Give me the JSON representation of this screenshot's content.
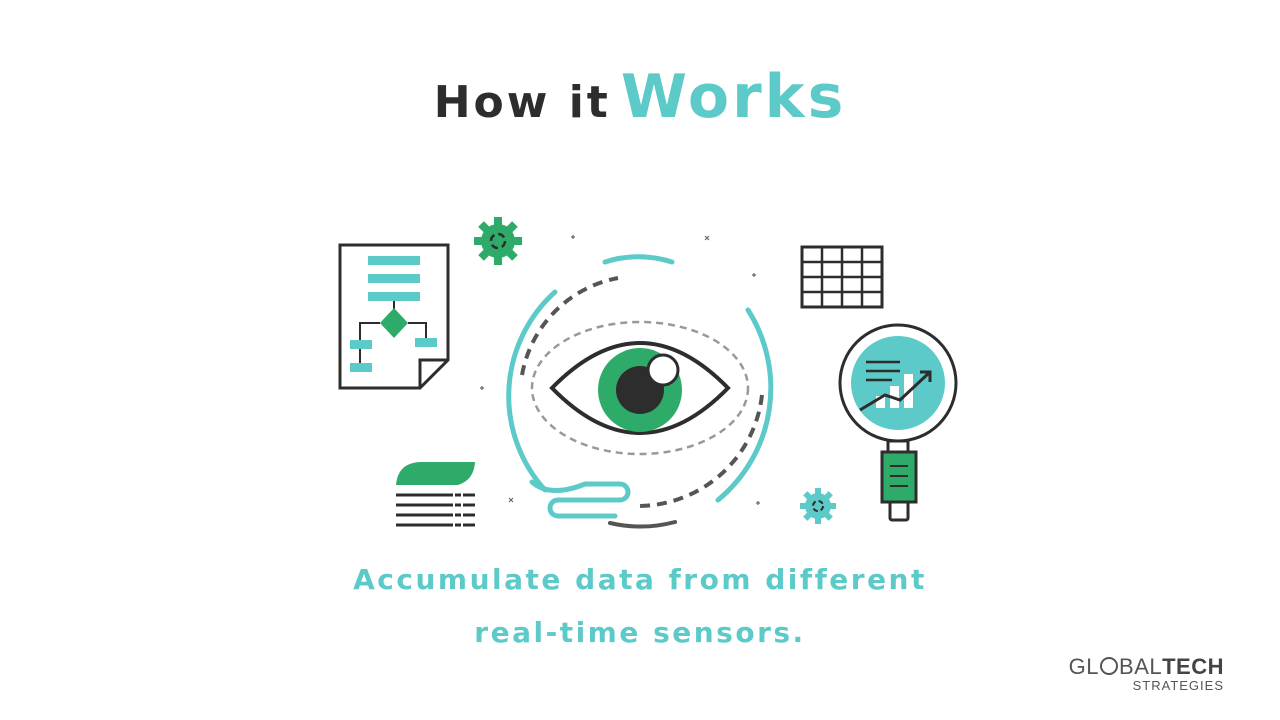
{
  "header": {
    "title_prefix": "How it",
    "title_highlight": "Works"
  },
  "caption": {
    "line1": "Accumulate data from different",
    "line2": "real-time sensors."
  },
  "logo": {
    "part1": "GL",
    "part2": "BAL",
    "part3": "TECH",
    "subtitle": "STRATEGIES"
  },
  "colors": {
    "teal": "#5ccac8",
    "green": "#2eab68",
    "dark": "#2d2d2d",
    "grey": "#555555"
  }
}
